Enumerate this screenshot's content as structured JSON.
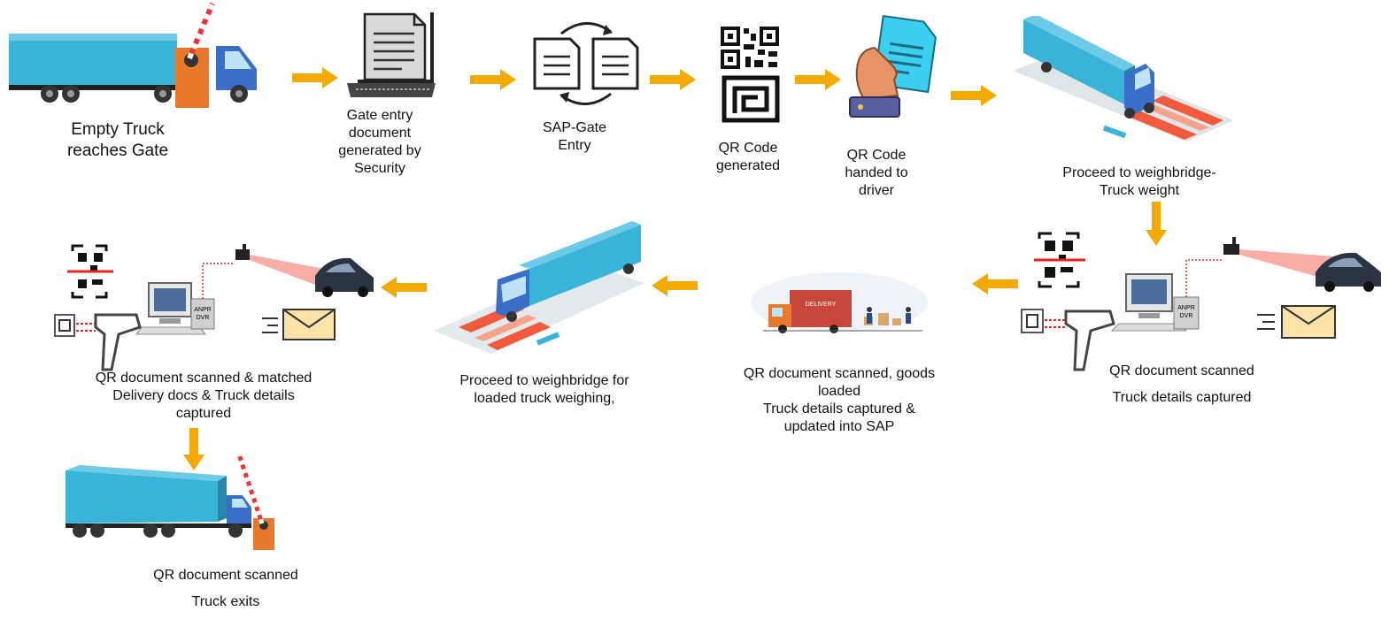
{
  "colors": {
    "arrow": "#f2a900",
    "truck_blue": "#3ab3d8",
    "barrier_orange": "#e8782a",
    "weigh_red": "#f15a3c",
    "beam_red": "#f26b5b"
  },
  "steps": [
    {
      "id": "s1",
      "icon": "empty-truck-barrier-icon",
      "lines": [
        "Empty Truck",
        "reaches Gate"
      ]
    },
    {
      "id": "s2",
      "icon": "laptop-document-icon",
      "lines": [
        "Gate entry",
        "document",
        "generated by",
        "Security"
      ]
    },
    {
      "id": "s3",
      "icon": "document-sync-icon",
      "lines": [
        "SAP-Gate",
        "Entry"
      ]
    },
    {
      "id": "s4",
      "icon": "qr-code-icon",
      "lines": [
        "QR Code",
        "generated"
      ]
    },
    {
      "id": "s5",
      "icon": "hand-document-icon",
      "lines": [
        "QR Code",
        "handed to",
        "driver"
      ]
    },
    {
      "id": "s6",
      "icon": "weighbridge-truck-icon",
      "lines": [
        "Proceed to weighbridge-",
        "Truck weight"
      ]
    },
    {
      "id": "s7",
      "icon": "scan-station-icon",
      "lines": [
        "QR document scanned",
        "Truck details captured"
      ]
    },
    {
      "id": "s8",
      "icon": "delivery-loading-icon",
      "lines": [
        "QR document scanned, goods",
        "loaded",
        "Truck details captured &",
        "updated into SAP"
      ]
    },
    {
      "id": "s9",
      "icon": "weighbridge-loaded-truck-icon",
      "lines": [
        "Proceed to weighbridge for",
        "loaded truck weighing,"
      ]
    },
    {
      "id": "s10",
      "icon": "scan-match-station-icon",
      "lines": [
        "QR document scanned & matched",
        "Delivery docs & Truck details",
        "captured"
      ]
    },
    {
      "id": "s11",
      "icon": "truck-exit-barrier-icon",
      "lines": [
        "QR document scanned",
        "Truck exits"
      ]
    }
  ],
  "labels": {
    "anpr": "ANPR",
    "dvr": "DVR",
    "delivery": "DELIVERY"
  }
}
